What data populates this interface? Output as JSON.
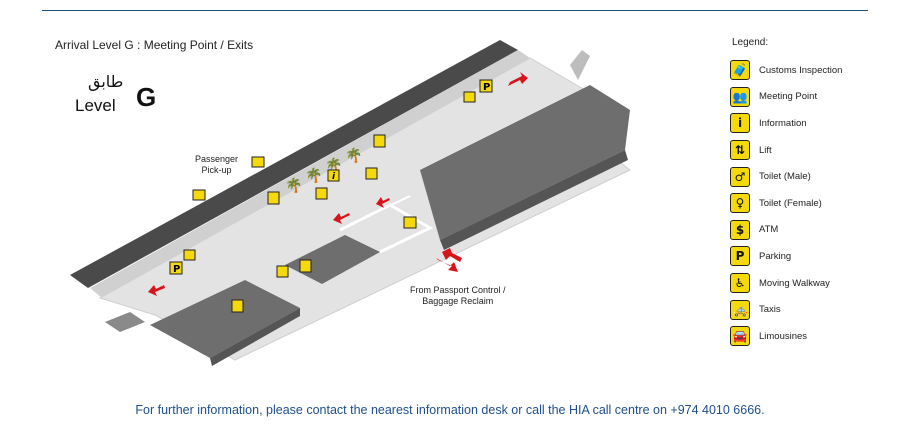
{
  "header": {
    "title": "Arrival Level G : Meeting Point / Exits",
    "level_arabic": "طابق",
    "level_word": "Level",
    "level_letter": "G"
  },
  "map": {
    "labels": {
      "passenger_pickup": [
        "Passenger",
        "Pick-up"
      ],
      "from_passport": [
        "From Passport Control /",
        "Baggage Reclaim"
      ]
    }
  },
  "legend": {
    "title": "Legend:",
    "items": [
      {
        "label": "Customs Inspection",
        "icon": "customs-inspection-icon",
        "glyph": "🧳"
      },
      {
        "label": "Meeting Point",
        "icon": "meeting-point-icon",
        "glyph": "👥"
      },
      {
        "label": "Information",
        "icon": "information-icon",
        "glyph": "i"
      },
      {
        "label": "Lift",
        "icon": "lift-icon",
        "glyph": "⇅"
      },
      {
        "label": "Toilet (Male)",
        "icon": "toilet-male-icon",
        "glyph": "♂"
      },
      {
        "label": "Toilet (Female)",
        "icon": "toilet-female-icon",
        "glyph": "♀"
      },
      {
        "label": "ATM",
        "icon": "atm-icon",
        "glyph": "$"
      },
      {
        "label": "Parking",
        "icon": "parking-icon",
        "glyph": "P"
      },
      {
        "label": "Moving Walkway",
        "icon": "moving-walkway-icon",
        "glyph": "♿"
      },
      {
        "label": "Taxis",
        "icon": "taxi-icon",
        "glyph": "🚕"
      },
      {
        "label": "Limousines",
        "icon": "limousine-icon",
        "glyph": "🚘"
      }
    ]
  },
  "footer": {
    "text": "For further information, please contact the nearest information desk or call the HIA call centre on +974 4010 6666."
  },
  "colors": {
    "accent_yellow": "#f5d90a",
    "arrow_red": "#d7141a",
    "rule_blue": "#1f4e79",
    "footer_blue": "#1f4e8c",
    "floor_light": "#e3e3e3",
    "block_dark": "#6e6e6e",
    "road_dark": "#4a4a4a"
  }
}
